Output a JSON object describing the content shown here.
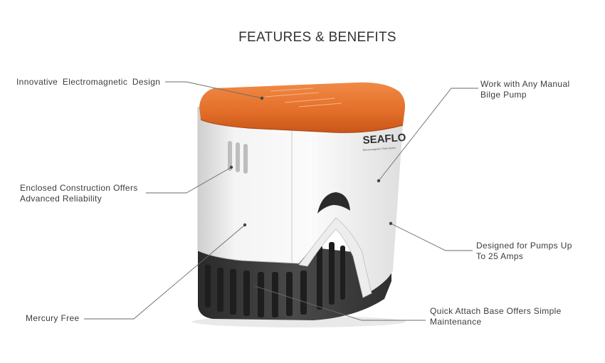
{
  "title": "FEATURES & BENEFITS",
  "product": {
    "brand": "SEAFLO",
    "tagline": "Electromagnetic Float Switch",
    "colors": {
      "cap": "#e8722c",
      "body": "#f1f1f1",
      "base": "#3a3a3a"
    }
  },
  "callouts": {
    "innovative": {
      "lines": [
        "Innovative  Electromagnetic  Design"
      ]
    },
    "enclosed": {
      "lines": [
        "Enclosed Construction Offers",
        "Advanced Reliability"
      ]
    },
    "mercury": {
      "lines": [
        "Mercury Free"
      ]
    },
    "manual": {
      "lines": [
        "Work with Any Manual",
        "Bilge Pump"
      ]
    },
    "amps": {
      "lines": [
        "Designed for Pumps Up",
        "To 25 Amps"
      ]
    },
    "base": {
      "lines": [
        "Quick Attach Base Offers Simple",
        "Maintenance"
      ]
    }
  }
}
